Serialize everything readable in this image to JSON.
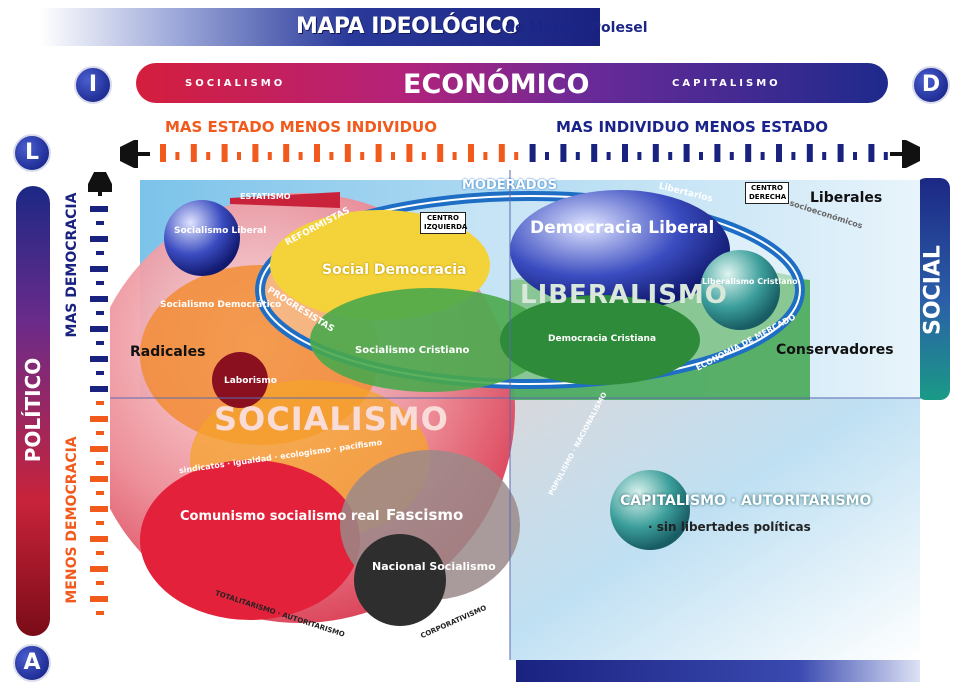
{
  "header": {
    "title": "MAPA IDEOLÓGICO",
    "subtitle": "de Marcos Polesel"
  },
  "badges": {
    "izquierda": "I",
    "derecha": "D",
    "libertad": "L",
    "autoridad": "A"
  },
  "economic_axis": {
    "left": "SOCIALISMO",
    "center": "ECONÓMICO",
    "right": "CAPITALISMO",
    "left_caption": "MAS ESTADO MENOS INDIVIDUO",
    "right_caption": "MAS INDIVIDUO MENOS ESTADO"
  },
  "political_axis": {
    "label": "POLÍTICO",
    "top_caption": "MAS DEMOCRACIA",
    "bottom_caption": "MENOS DEMOCRACIA"
  },
  "social_axis": {
    "label": "SOCIAL"
  },
  "regions": {
    "moderados": "MODERADOS",
    "estatismo": "ESTATISMO",
    "libertarios": "Libertarios",
    "centro_izquierda": "CENTRO IZQUIERDA",
    "centro_derecha": "CENTRO DERECHA",
    "liberales": "Liberales",
    "socioeconomicos": "socioeconómicos",
    "conservadores": "Conservadores",
    "socialismo_liberal": "Socialismo Liberal",
    "socialismo_democratico": "Socialismo Democrático",
    "social_democracia": "Social Democracia",
    "reformistas": "REFORMISTAS",
    "progresistas": "PROGRESISTAS",
    "democracia_liberal": "Democracia Liberal",
    "liberalismo": "LIBERALISMO",
    "liberalismo_cristiano": "Liberalismo Cristiano",
    "democracia_cristiana": "Democracia Cristiana",
    "economia_de_mercado": "ECONOMÍA DE MERCADO",
    "radicales": "Radicales",
    "socialismo_cristiano": "Socialismo Cristiano",
    "laborismo": "Laborismo",
    "socialismo": "SOCIALISMO",
    "socialismo_words": "sindicatos · igualdad · ecologismo · pacifismo",
    "comunismo": "Comunismo socialismo real",
    "fascismo": "Fascismo",
    "nacional_socialismo": "Nacional Socialismo",
    "totalitarismo": "TOTALITARISMO · AUTORITARISMO",
    "corporativismo": "CORPORATIVISMO",
    "populismo": "POPULISMO · NACIONALISMO",
    "capitalismo_autoritarismo": "CAPITALISMO · AUTORITARISMO",
    "sin_libertades": "· sin libertades políticas"
  },
  "colors": {
    "navy": "#1a2280",
    "orange": "#f15a1c",
    "red": "#d41e3c",
    "green": "#2e8b3a",
    "yellow": "#f2c532"
  }
}
